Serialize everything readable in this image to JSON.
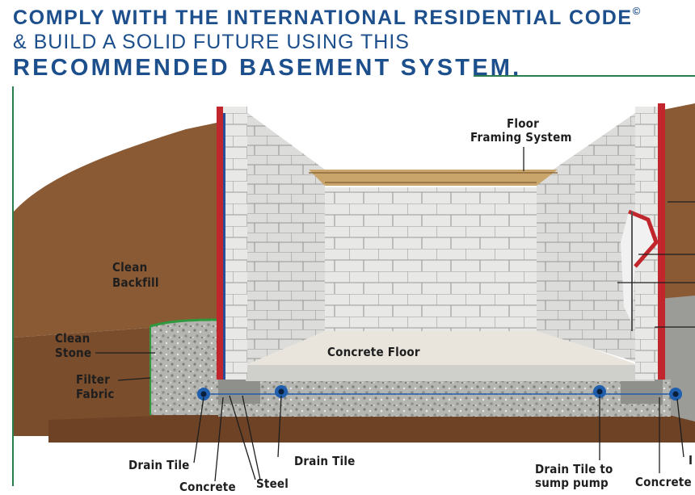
{
  "heading": {
    "line1": "COMPLY WITH THE INTERNATIONAL RESIDENTIAL CODE",
    "line1_mark": "©",
    "line2": "& BUILD A SOLID FUTURE USING THIS",
    "line3": "RECOMMENDED BASEMENT SYSTEM."
  },
  "labels": {
    "floor_framing_1": "Floor",
    "floor_framing_2": "Framing System",
    "clean_backfill_1": "Clean",
    "clean_backfill_2": "Backfill",
    "clean_stone_1": "Clean",
    "clean_stone_2": "Stone",
    "filter_fabric_1": "Filter",
    "filter_fabric_2": "Fabric",
    "concrete_floor": "Concrete Floor",
    "drain_tile_left": "Drain Tile",
    "concrete_left": "Concrete",
    "steel": "Steel",
    "drain_tile_center": "Drain Tile",
    "drain_tile_sump_1": "Drain Tile to",
    "drain_tile_sump_2": "sump pump",
    "concrete_right": "Concrete",
    "edge_right": "I"
  },
  "colors": {
    "heading": "#1d4f8c",
    "rule": "#2b7d4e",
    "soil": "#8a5a35",
    "waterproofing": "#c0262b",
    "insulation": "#2a4f9a",
    "drain_tile": "#1f5fae",
    "block": "#e6e6e6",
    "joist": "#c9a46b"
  }
}
